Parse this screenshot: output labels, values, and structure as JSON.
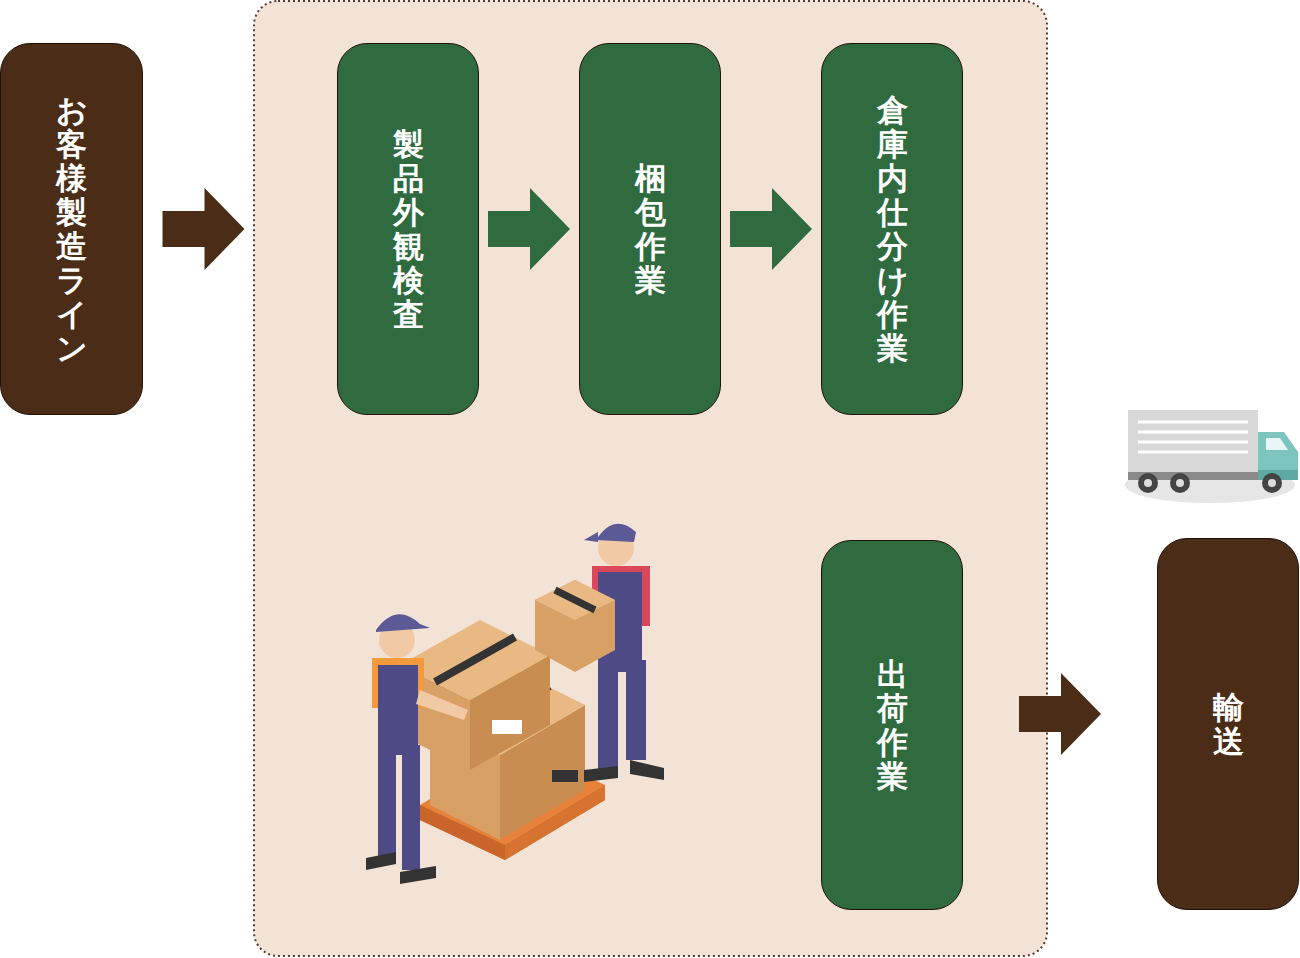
{
  "diagram": {
    "nodes": [
      {
        "text": [
          "お客様製造ライン"
        ]
      },
      {
        "text": [
          "製品外観検査"
        ]
      },
      {
        "text": [
          "梱包作業"
        ]
      },
      {
        "text": [
          "倉庫内仕分け作業"
        ]
      },
      {
        "text": [
          "出荷作業"
        ]
      },
      {
        "text": [
          "輸送"
        ]
      }
    ],
    "edges": [
      {
        "from": 0,
        "to": 1,
        "arrow": "to"
      },
      {
        "from": 1,
        "to": 2,
        "arrow": "to"
      },
      {
        "from": 2,
        "to": 3,
        "arrow": "to"
      },
      {
        "from": 4,
        "to": 5,
        "arrow": "to"
      }
    ]
  }
}
